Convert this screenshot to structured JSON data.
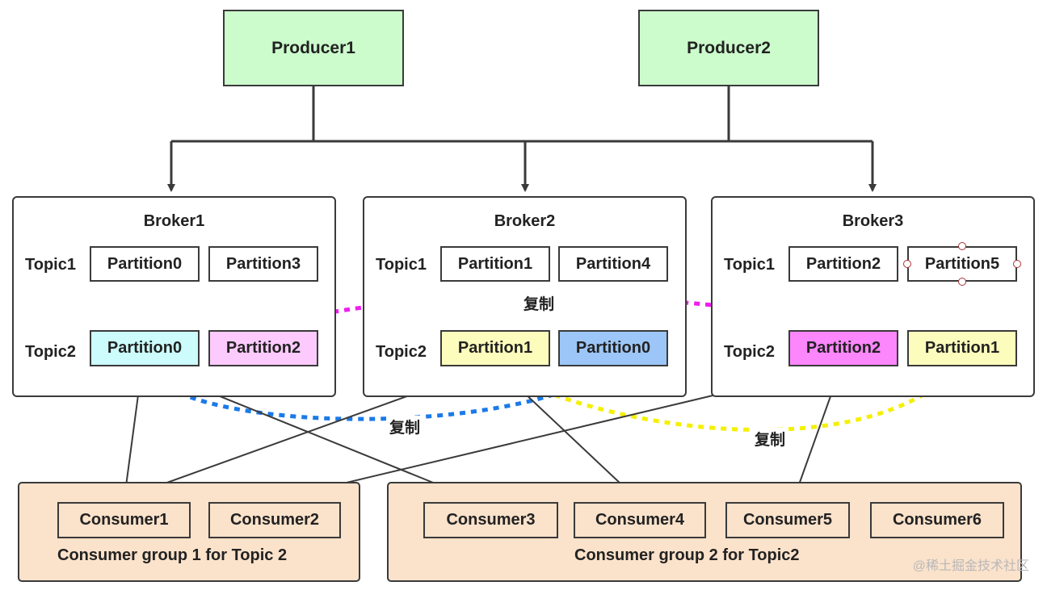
{
  "producers": [
    "Producer1",
    "Producer2"
  ],
  "brokers": [
    {
      "title": "Broker1",
      "topic1_label": "Topic1",
      "topic2_label": "Topic2",
      "topic1": [
        "Partition0",
        "Partition3"
      ],
      "topic2": [
        "Partition0",
        "Partition2"
      ]
    },
    {
      "title": "Broker2",
      "topic1_label": "Topic1",
      "topic2_label": "Topic2",
      "topic1": [
        "Partition1",
        "Partition4"
      ],
      "topic2": [
        "Partition1",
        "Partition0"
      ]
    },
    {
      "title": "Broker3",
      "topic1_label": "Topic1",
      "topic2_label": "Topic2",
      "topic1": [
        "Partition2",
        "Partition5"
      ],
      "topic2": [
        "Partition2",
        "Partition1"
      ]
    }
  ],
  "copy_label": "复制",
  "consumers": [
    "Consumer1",
    "Consumer2",
    "Consumer3",
    "Consumer4",
    "Consumer5",
    "Consumer6"
  ],
  "groups": [
    "Consumer group 1 for Topic 2",
    "Consumer group 2 for Topic2"
  ],
  "watermark": "@稀土掘金技术社区",
  "colors": {
    "producer": "#ccfccc",
    "consumer_group": "#fbe2cb",
    "partition0_leader": "#ccfcfc",
    "partition0_replica": "#9cc6f7",
    "partition1": "#fcfcbc",
    "partition2_replica": "#fccafc",
    "partition2_leader": "#fc86fc",
    "copy_blue": "#1a7ae8",
    "copy_yellow": "#f5f000",
    "copy_magenta": "#f01cf0"
  }
}
